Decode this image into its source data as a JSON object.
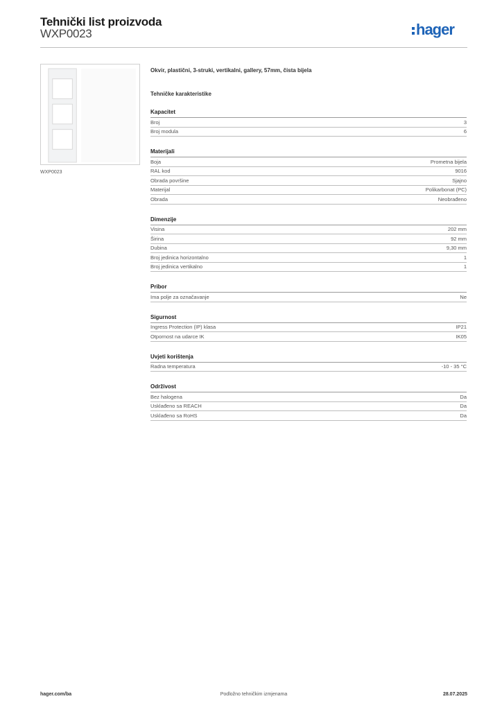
{
  "header": {
    "title": "Tehnički list proizvoda",
    "code": "WXP0023",
    "logo_text": "hager",
    "logo_color": "#1d63b7"
  },
  "image": {
    "caption": "WXP0023"
  },
  "product": {
    "description": "Okvir, plastični, 3-struki, vertikalni, gallery, 57mm, čista bijela",
    "tech_heading": "Tehničke karakteristike"
  },
  "sections": [
    {
      "title": "Kapacitet",
      "rows": [
        {
          "label": "Broj",
          "value": "3"
        },
        {
          "label": "Broj modula",
          "value": "6"
        }
      ]
    },
    {
      "title": "Materijali",
      "rows": [
        {
          "label": "Boja",
          "value": "Prometna bijela"
        },
        {
          "label": "RAL kod",
          "value": "9016"
        },
        {
          "label": "Obrada površine",
          "value": "Sjajno"
        },
        {
          "label": "Materijal",
          "value": "Polikarbonat (PC)"
        },
        {
          "label": "Obrada",
          "value": "Neobrađeno"
        }
      ]
    },
    {
      "title": "Dimenzije",
      "rows": [
        {
          "label": "Visina",
          "value": "202 mm"
        },
        {
          "label": "Širina",
          "value": "92 mm"
        },
        {
          "label": "Dubina",
          "value": "9,30 mm"
        },
        {
          "label": "Broj jedinica horizontalno",
          "value": "1"
        },
        {
          "label": "Broj jedinica vertikalno",
          "value": "1"
        }
      ]
    },
    {
      "title": "Pribor",
      "rows": [
        {
          "label": "Ima polje za označavanje",
          "value": "Ne"
        }
      ]
    },
    {
      "title": "Sigurnost",
      "rows": [
        {
          "label": "Ingress Protection (IP) klasa",
          "value": "IP21"
        },
        {
          "label": "Otpornost na udarce IK",
          "value": "IK05"
        }
      ]
    },
    {
      "title": "Uvjeti korištenja",
      "rows": [
        {
          "label": "Radna temperatura",
          "value": "-10 - 35 °C"
        }
      ]
    },
    {
      "title": "Održivost",
      "rows": [
        {
          "label": "Bez halogena",
          "value": "Da"
        },
        {
          "label": "Usklađeno sa REACH",
          "value": "Da"
        },
        {
          "label": "Usklađeno sa RoHS",
          "value": "Da"
        }
      ]
    }
  ],
  "footer": {
    "url": "hager.com/ba",
    "note": "Podložno tehničkim izmjenama",
    "date": "28.07.2025"
  }
}
